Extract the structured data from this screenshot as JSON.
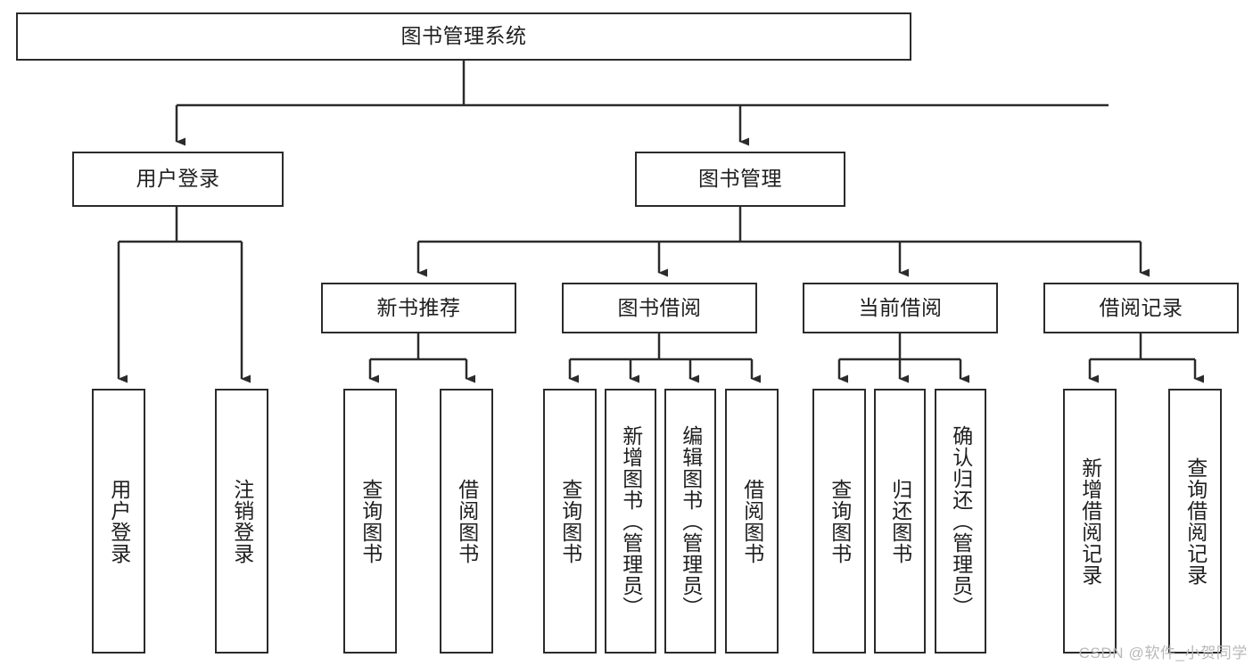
{
  "diagram": {
    "title_node": {
      "label": "图书管理系统"
    },
    "level2": [
      {
        "label": "用户登录"
      },
      {
        "label": "图书管理"
      }
    ],
    "level3": [
      {
        "label": "新书推荐"
      },
      {
        "label": "图书借阅"
      },
      {
        "label": "当前借阅"
      },
      {
        "label": "借阅记录"
      }
    ],
    "leaves": {
      "user_login": [
        {
          "label": "用户登录"
        },
        {
          "label": "注销登录"
        }
      ],
      "new_book_recommend": [
        {
          "label": "查询图书"
        },
        {
          "label": "借阅图书"
        }
      ],
      "book_borrow": [
        {
          "label": "查询图书"
        },
        {
          "label": "新增图书（管理员）"
        },
        {
          "label": "编辑图书（管理员）"
        },
        {
          "label": "借阅图书"
        }
      ],
      "current_borrow": [
        {
          "label": "查询图书"
        },
        {
          "label": "归还图书"
        },
        {
          "label": "确认归还（管理员）"
        }
      ],
      "borrow_record": [
        {
          "label": "新增借阅记录"
        },
        {
          "label": "查询借阅记录"
        }
      ]
    }
  },
  "watermark": {
    "text": "CSDN @软件_小贺同学"
  },
  "colors": {
    "stroke": "#2b2b2b",
    "background": "#ffffff",
    "text": "#1f1f1f",
    "watermark": "#b9b9b9"
  }
}
